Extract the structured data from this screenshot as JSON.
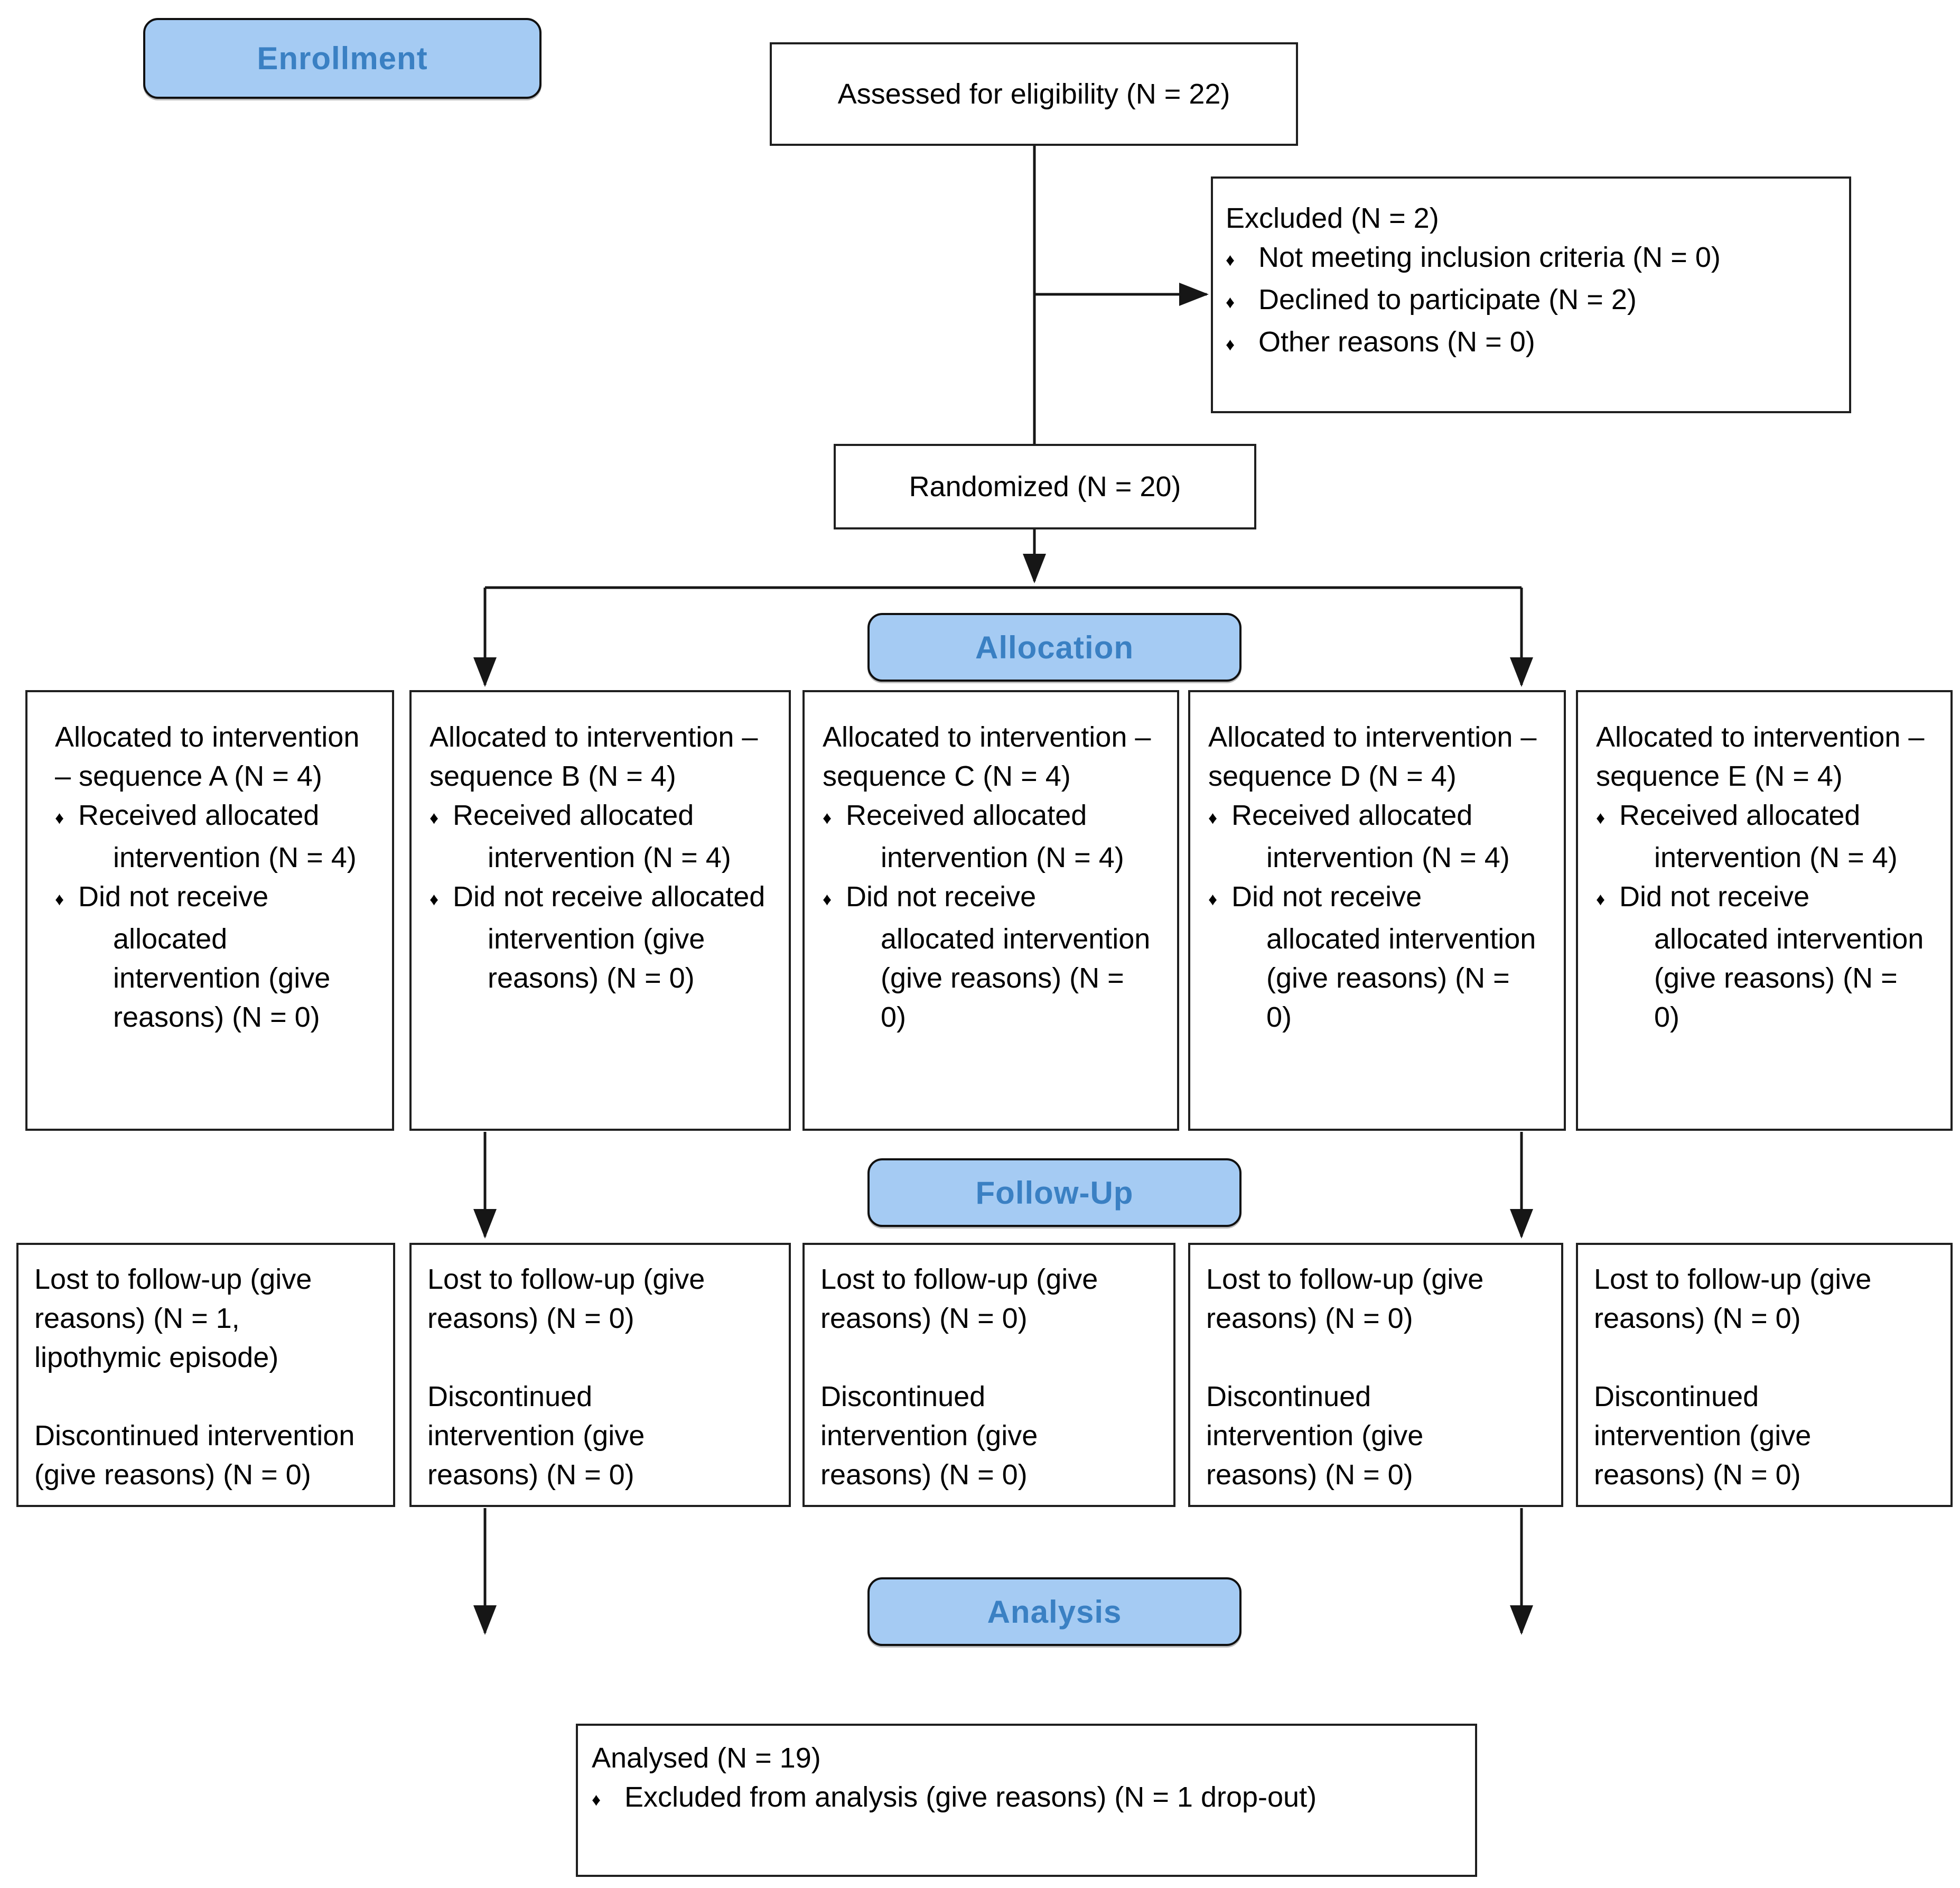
{
  "stages": {
    "enrollment": "Enrollment",
    "allocation": "Allocation",
    "followup": "Follow-Up",
    "analysis": "Analysis"
  },
  "bullet": "♦",
  "colors": {
    "badge_fill": "#a5cbf3",
    "badge_text": "#3a80c3",
    "box_border": "#1f1f1f",
    "line": "#161616"
  },
  "enrollment": {
    "assessed": "Assessed for eligibility (N = 22)",
    "excluded_title": "Excluded (N = 2)",
    "excluded_items": [
      "Not meeting inclusion criteria (N = 0)",
      "Declined to participate (N = 2)",
      "Other reasons (N = 0)"
    ],
    "randomized": "Randomized (N = 20)"
  },
  "allocation_boxes": [
    {
      "title": "Allocated to intervention – sequence A (N = 4)",
      "received": "Received allocated intervention (N = 4)",
      "not_received": "Did not receive allocated intervention (give reasons) (N = 0)"
    },
    {
      "title": "Allocated to intervention – sequence B (N = 4)",
      "received": "Received allocated intervention (N = 4)",
      "not_received": "Did not receive allocated intervention (give reasons) (N = 0)"
    },
    {
      "title": "Allocated to intervention – sequence C (N = 4)",
      "received": "Received allocated intervention (N = 4)",
      "not_received": "Did not receive allocated intervention (give reasons) (N = 0)"
    },
    {
      "title": "Allocated to intervention – sequence D (N = 4)",
      "received": "Received allocated intervention (N = 4)",
      "not_received": "Did not receive allocated intervention (give reasons) (N = 0)"
    },
    {
      "title": "Allocated to intervention – sequence E (N = 4)",
      "received": "Received allocated intervention (N = 4)",
      "not_received": "Did not receive allocated intervention (give reasons) (N = 0)"
    }
  ],
  "followup_boxes": [
    {
      "lost": "Lost to follow-up (give reasons) (N = 1, lipothymic episode)",
      "discontinued": "Discontinued intervention (give reasons) (N = 0)"
    },
    {
      "lost": "Lost to follow-up (give reasons) (N = 0)",
      "discontinued": "Discontinued intervention (give reasons) (N = 0)"
    },
    {
      "lost": "Lost to follow-up (give reasons) (N = 0)",
      "discontinued": "Discontinued intervention (give reasons) (N = 0)"
    },
    {
      "lost": "Lost to follow-up (give reasons) (N = 0)",
      "discontinued": "Discontinued intervention (give reasons) (N = 0)"
    },
    {
      "lost": "Lost to follow-up (give reasons) (N = 0)",
      "discontinued": "Discontinued intervention (give reasons) (N = 0)"
    }
  ],
  "analysis_box": {
    "title": "Analysed (N = 19)",
    "item": "Excluded from analysis (give reasons) (N = 1 drop-out)"
  }
}
